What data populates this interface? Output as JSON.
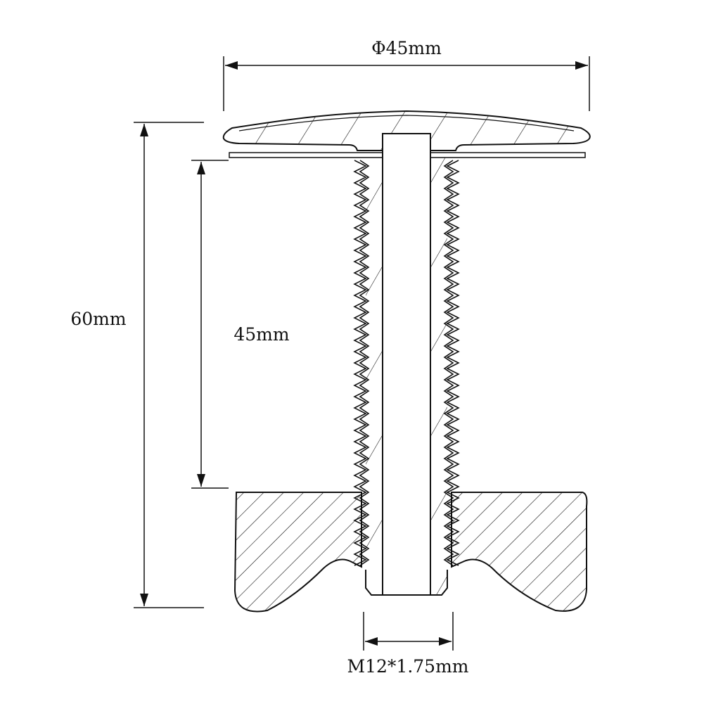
{
  "dimensions": {
    "diameter": "Φ45mm",
    "total_height": "60mm",
    "thread_length": "45mm",
    "thread_spec": "M12*1.75mm"
  },
  "colors": {
    "line": "#111111",
    "background": "#ffffff"
  }
}
